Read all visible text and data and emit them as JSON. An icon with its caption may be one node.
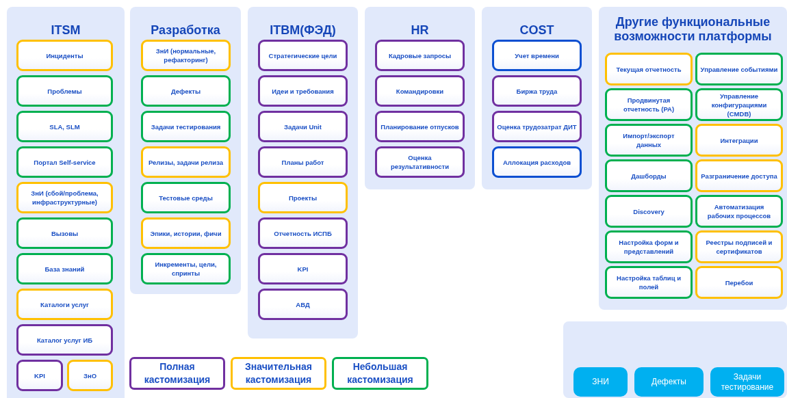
{
  "diagram": {
    "nodes": [
      {
        "text": [
          "ITSM"
        ]
      },
      {
        "text": [
          "Инциденты"
        ],
        "in": 0
      },
      {
        "text": [
          "Проблемы"
        ],
        "in": 0
      },
      {
        "text": [
          "SLA, SLM"
        ],
        "in": 0
      },
      {
        "text": [
          "Портал Self-service"
        ],
        "in": 0
      },
      {
        "text": [
          "ЗнИ (сбой/проблема, инфраструктурные)"
        ],
        "in": 0
      },
      {
        "text": [
          "Вызовы"
        ],
        "in": 0
      },
      {
        "text": [
          "База знаний"
        ],
        "in": 0
      },
      {
        "text": [
          "Каталоги услуг"
        ],
        "in": 0
      },
      {
        "text": [
          "Каталог услуг ИБ"
        ],
        "in": 0
      },
      {
        "text": [
          "KPI"
        ],
        "in": 0
      },
      {
        "text": [
          "ЗнО"
        ],
        "in": 0
      },
      {
        "text": [
          "Разработка"
        ]
      },
      {
        "text": [
          "ЗнИ (нормальные, рефакторинг)"
        ],
        "in": 12
      },
      {
        "text": [
          "Дефекты"
        ],
        "in": 12
      },
      {
        "text": [
          "Задачи тестирования"
        ],
        "in": 12
      },
      {
        "text": [
          "Релизы, задачи релиза"
        ],
        "in": 12
      },
      {
        "text": [
          "Тестовые среды"
        ],
        "in": 12
      },
      {
        "text": [
          "Эпики, истории, фичи"
        ],
        "in": 12
      },
      {
        "text": [
          "Инкременты, цели, спринты"
        ],
        "in": 12
      },
      {
        "text": [
          "ITBM(ФЭД)"
        ]
      },
      {
        "text": [
          "Стратегические цели"
        ],
        "in": 20
      },
      {
        "text": [
          "Идеи и требования"
        ],
        "in": 20
      },
      {
        "text": [
          "Задачи Unit"
        ],
        "in": 20
      },
      {
        "text": [
          "Планы работ"
        ],
        "in": 20
      },
      {
        "text": [
          "Проекты"
        ],
        "in": 20
      },
      {
        "text": [
          "Отчетность ИСПБ"
        ],
        "in": 20
      },
      {
        "text": [
          "KPI"
        ],
        "in": 20
      },
      {
        "text": [
          "АВД"
        ],
        "in": 20
      },
      {
        "text": [
          "HR"
        ]
      },
      {
        "text": [
          "Кадровые запросы"
        ],
        "in": 29
      },
      {
        "text": [
          "Командировки"
        ],
        "in": 29
      },
      {
        "text": [
          "Планирование отпусков"
        ],
        "in": 29
      },
      {
        "text": [
          "Оценка результативности"
        ],
        "in": 29
      },
      {
        "text": [
          "COST"
        ]
      },
      {
        "text": [
          "Учет времени"
        ],
        "in": 34
      },
      {
        "text": [
          "Биржа труда"
        ],
        "in": 34
      },
      {
        "text": [
          "Оценка трудозатрат ДИТ"
        ],
        "in": 34
      },
      {
        "text": [
          "Аллокация расходов"
        ],
        "in": 34
      },
      {
        "text": [
          "Другие функциональные возможности платформы"
        ]
      },
      {
        "text": [
          "Текущая отчетность"
        ],
        "in": 39
      },
      {
        "text": [
          "Управление событиями"
        ],
        "in": 39
      },
      {
        "text": [
          "Продвинутая отчетность (PA)"
        ],
        "in": 39
      },
      {
        "text": [
          "Управление конфигурациями (CMDB)"
        ],
        "in": 39
      },
      {
        "text": [
          "Импорт/экспорт данных"
        ],
        "in": 39
      },
      {
        "text": [
          "Интеграции"
        ],
        "in": 39
      },
      {
        "text": [
          "Дашборды"
        ],
        "in": 39
      },
      {
        "text": [
          "Разграничение доступа"
        ],
        "in": 39
      },
      {
        "text": [
          "Discovery"
        ],
        "in": 39
      },
      {
        "text": [
          "Автоматизация рабочих процессов"
        ],
        "in": 39
      },
      {
        "text": [
          "Настройка форм и представлений"
        ],
        "in": 39
      },
      {
        "text": [
          "Реестры подписей и сертификатов"
        ],
        "in": 39
      },
      {
        "text": [
          "Настройка таблиц и полей"
        ],
        "in": 39
      },
      {
        "text": [
          "Перебои"
        ],
        "in": 39
      },
      {
        "text": [],
        "shape": "box"
      },
      {
        "text": [
          "ЗНИ"
        ],
        "in": 54
      },
      {
        "text": [
          "Дефекты"
        ],
        "in": 54
      },
      {
        "text": [
          "Задачи тестирование"
        ],
        "in": 54
      }
    ],
    "legend": [
      {
        "text": "Полная кастомизация",
        "color": "#7030a0"
      },
      {
        "text": "Значительная кастомизация",
        "color": "#ffc000"
      },
      {
        "text": "Небольшая кастомизация",
        "color": "#00b050"
      }
    ]
  }
}
